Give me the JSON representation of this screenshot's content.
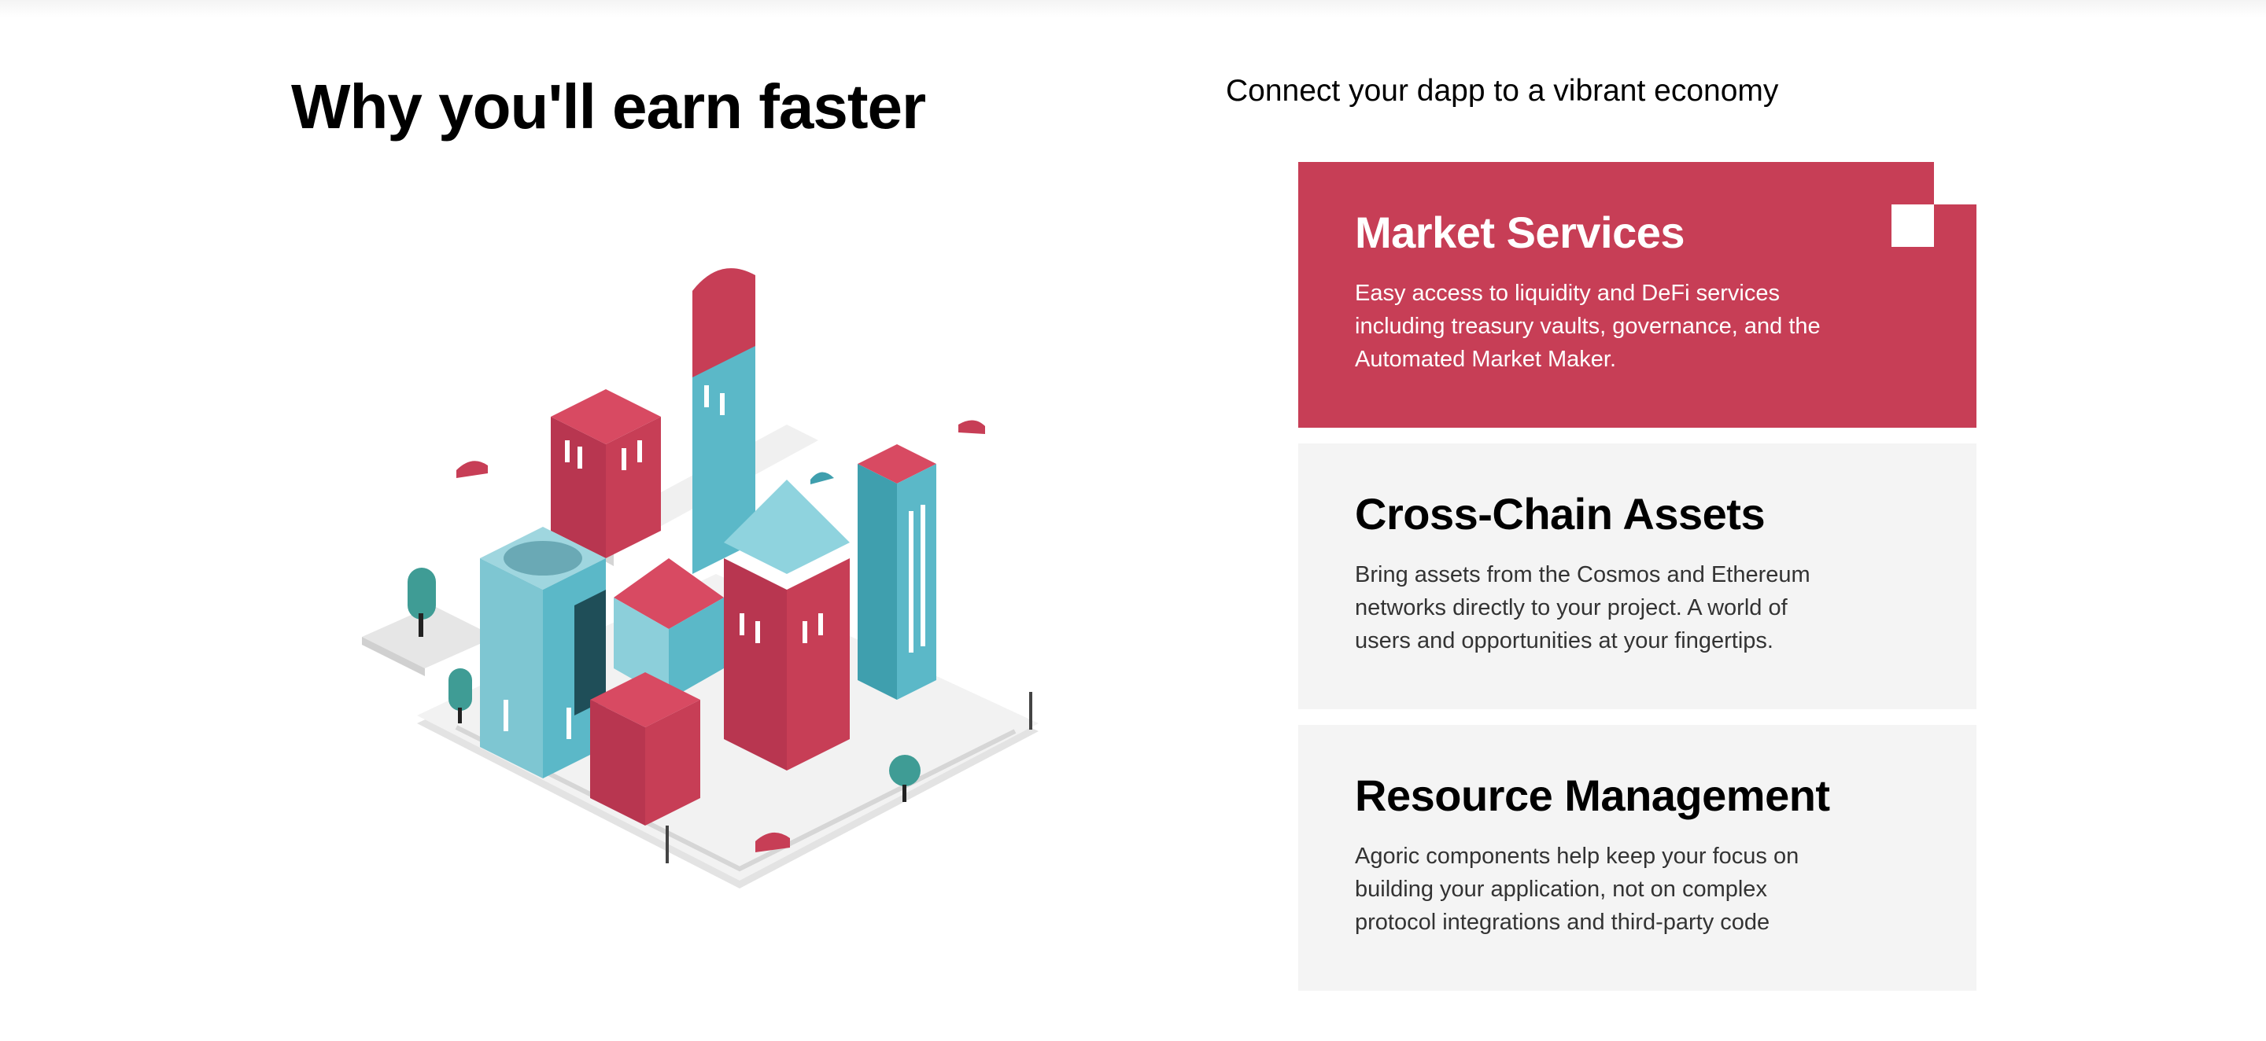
{
  "section": {
    "title": "Why you'll earn faster",
    "subtitle": "Connect your dapp to a vibrant economy"
  },
  "illustration": {
    "icon": "isometric-city-illustration",
    "colors": {
      "red": "#c73e56",
      "teal": "#5bb8c8",
      "ground": "#ececec"
    }
  },
  "cards": [
    {
      "title": "Market Services",
      "description": "Easy access to liquidity and DeFi services including treasury vaults, governance, and the Automated Market Maker.",
      "active": true
    },
    {
      "title": "Cross-Chain Assets",
      "description": "Bring assets from the Cosmos and Ethereum networks directly to your project. A world of users and opportunities at your fingertips.",
      "active": false
    },
    {
      "title": "Resource Management",
      "description": "Agoric components help keep your focus on building your application, not on complex protocol integrations and third-party code",
      "active": false
    }
  ],
  "colors": {
    "accent": "#c73e56",
    "card_bg": "#f4f4f4",
    "text": "#000000"
  }
}
